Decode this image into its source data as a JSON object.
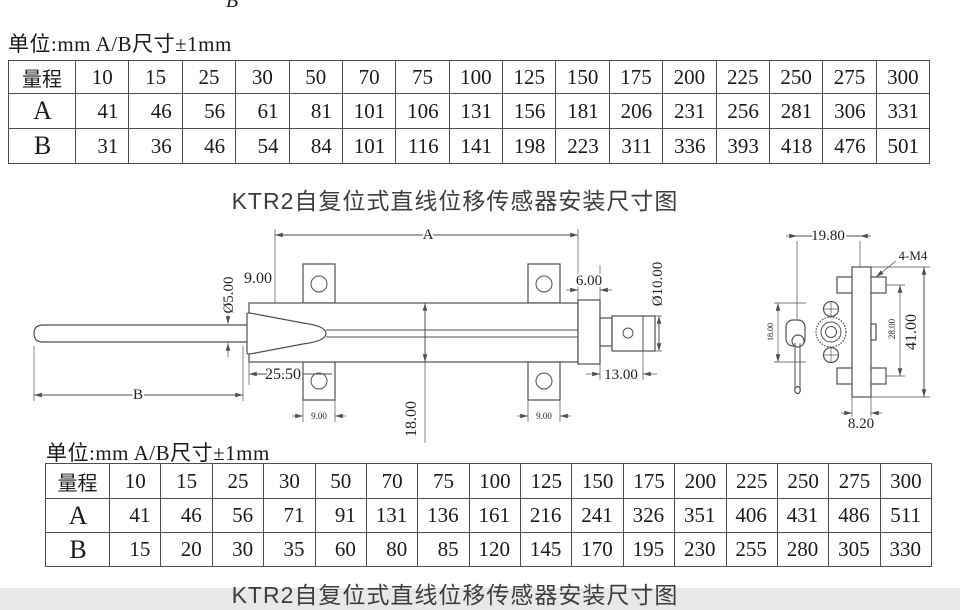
{
  "page_title": "KTR2 sensor dimension sheet",
  "top_fragment": "B",
  "unit_label_top": "单位:mm A/B尺寸±1mm",
  "unit_label_bottom": "单位:mm A/B尺寸±1mm",
  "diagram_title": "KTR2自复位式直线位移传感器安装尺寸图",
  "bottom_title_clipped": "KTR2自复位式直线位移传感器安装尺寸图",
  "tables": {
    "range_header": "量程",
    "row_a_label": "A",
    "row_b_label": "B",
    "ranges": [
      "10",
      "15",
      "25",
      "30",
      "50",
      "70",
      "75",
      "100",
      "125",
      "150",
      "175",
      "200",
      "225",
      "250",
      "275",
      "300"
    ],
    "table1_a": [
      "41",
      "46",
      "56",
      "61",
      "81",
      "101",
      "106",
      "131",
      "156",
      "181",
      "206",
      "231",
      "256",
      "281",
      "306",
      "331"
    ],
    "table1_b": [
      "31",
      "36",
      "46",
      "54",
      "84",
      "101",
      "116",
      "141",
      "198",
      "223",
      "311",
      "336",
      "393",
      "418",
      "476",
      "501"
    ],
    "table2_a": [
      "41",
      "46",
      "56",
      "71",
      "91",
      "131",
      "136",
      "161",
      "216",
      "241",
      "326",
      "351",
      "406",
      "431",
      "486",
      "511"
    ],
    "table2_b": [
      "15",
      "20",
      "30",
      "35",
      "60",
      "80",
      "85",
      "120",
      "145",
      "170",
      "195",
      "230",
      "255",
      "280",
      "305",
      "330"
    ]
  },
  "drawing": {
    "front_view": {
      "dim_a": "A",
      "dim_b": "B",
      "dim_9": "9.00",
      "dia_rod": "Ø5.00",
      "dim_2550": "25.50",
      "dim_18": "18.00",
      "dim_6": "6.00",
      "dia_connector": "Ø10.00",
      "dim_13": "13.00",
      "dim_tab_left": "9.00",
      "dim_tab_right": "9.00"
    },
    "side_view": {
      "dim_1980": "19.80",
      "thread_label": "4-M4",
      "dim_41": "41.00",
      "dim_28": "28.00",
      "dim_820": "8.20",
      "dim_body": "18.00"
    }
  },
  "colors": {
    "line": "#4f4f4f",
    "text": "#1a1a1a",
    "background": "#ffffff"
  }
}
